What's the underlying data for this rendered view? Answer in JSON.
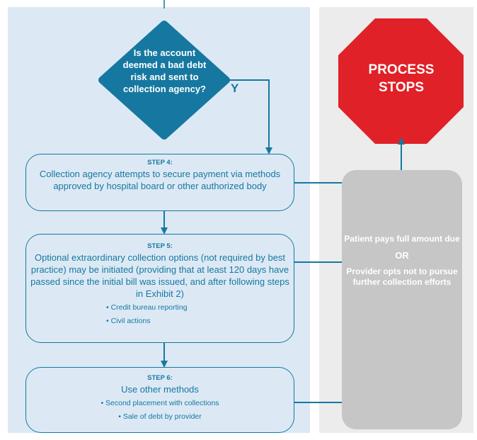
{
  "decision": {
    "question": "Is the account deemed a bad debt risk and sent to collection agency?",
    "yes_label": "Y"
  },
  "step4": {
    "title": "STEP 4:",
    "body": "Collection agency attempts to secure payment via methods approved by hospital board or other authorized body"
  },
  "step5": {
    "title": "STEP 5:",
    "body": "Optional extraordinary collection options (not required by best practice) may be initiated (providing that at least 120 days have passed since the initial bill was issued, and after following steps in Exhibit 2)",
    "items": [
      "Credit bureau reporting",
      "Civil actions"
    ]
  },
  "step6": {
    "title": "STEP 6:",
    "body": "Use other methods",
    "items": [
      "Second placement with collections",
      "Sale of debt by provider"
    ]
  },
  "stop": {
    "line1": "PROCESS",
    "line2": "STOPS"
  },
  "outcome": {
    "line1": "Patient pays full amount due",
    "or": "OR",
    "line2": "Provider opts not to pursue further collection efforts"
  },
  "colors": {
    "lane_blue": "#dce9f5",
    "lane_gray": "#ececec",
    "accent_blue": "#1678a0",
    "stop_red": "#e02127",
    "outcome_gray": "#c6c6c6"
  }
}
